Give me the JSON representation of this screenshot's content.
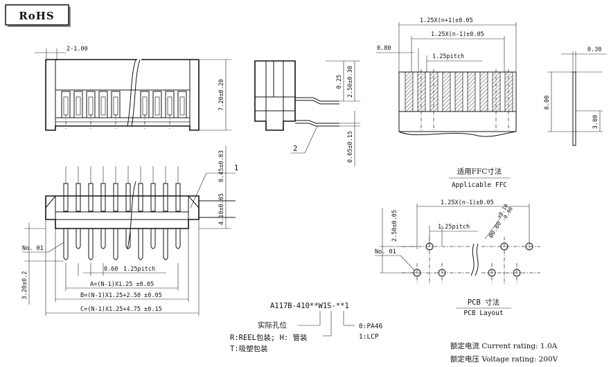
{
  "rohs": "RoHS",
  "top_left_view": {
    "dim_width": "2-1.00",
    "dim_height": "7.20±0.20"
  },
  "side_view": {
    "dim_a": "0.25",
    "dim_b": "2.50±0.30",
    "dim_c": "0.65±0.15",
    "callout": "2"
  },
  "bottom_view": {
    "callout": "1",
    "dim_top": "0.45±0.03",
    "dim_mid": "4.10±0.05",
    "dim_left": "3.20±0.2",
    "no01": "No. 01",
    "pitch_small": "0.60",
    "pitch": "1.25pitch",
    "dim_A": "A=(N-1)X1.25 ±0.05",
    "dim_B": "B=(N-1)X1.25+2.50 ±0.05",
    "dim_C": "C=(N-1)X1.25+4.75 ±0.15"
  },
  "part_number": {
    "code": "A117B-410**W1S-**1",
    "actual_positions": "实际孔位",
    "packing_line1": "R:REEL包装; H: 管装",
    "packing_line2": "T:吸塑包装",
    "material_1": "0:PA46",
    "material_2": "1:LCP"
  },
  "ffc": {
    "dim_outer": "1.25X(n+1)±0.05",
    "dim_inner": "1.25X(n-1)±0.05",
    "dim_080": "0.80",
    "pitch": "1.25pitch",
    "dim_030": "0.30",
    "dim_600": "6.00",
    "dim_300": "3.00",
    "title_cn": "适用FFC寸法",
    "title_en": "Applicable FFC"
  },
  "pcb": {
    "dim_top": "1.25X(n-1)±0.05",
    "dim_left": "2.50±0.05",
    "pitch": "1.25pitch",
    "hole": "Ø0.80",
    "hole_tol_upper": "+0.10",
    "hole_tol_lower": "-0.00",
    "no01": "No. 01",
    "title_cn": "PCB  寸法",
    "title_en": "PCB Layout"
  },
  "ratings": {
    "current": "额定电流 Current rating: 1.0A",
    "voltage": "额定电压 Voltage rating: 200V"
  }
}
